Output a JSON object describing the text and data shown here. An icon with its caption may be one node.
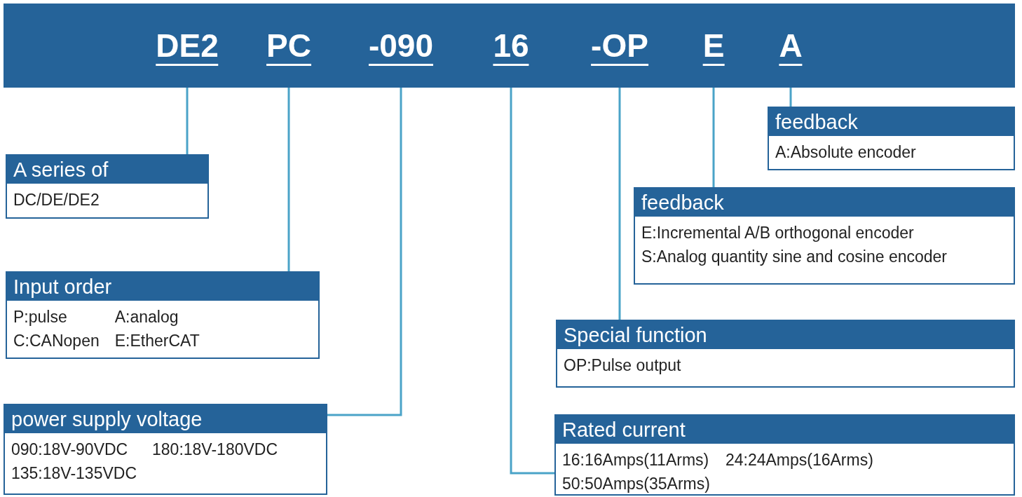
{
  "diagram": {
    "nodes": [
      {
        "text": [],
        "shape": "bar"
      },
      {
        "text": [
          "DE2"
        ],
        "in": 0
      },
      {
        "text": [
          "PC"
        ],
        "in": 0
      },
      {
        "text": [
          "-090"
        ],
        "in": 0
      },
      {
        "text": [
          "16"
        ],
        "in": 0
      },
      {
        "text": [
          "-OP"
        ],
        "in": 0
      },
      {
        "text": [
          "E"
        ],
        "in": 0
      },
      {
        "text": [
          "A"
        ],
        "in": 0
      },
      {
        "text": [
          "A series of",
          "DC/DE/DE2"
        ]
      },
      {
        "text": [
          "Input order",
          "P:pulse",
          "A:analog",
          "C:CANopen",
          "E:EtherCAT"
        ]
      },
      {
        "text": [
          "power supply voltage",
          "090:18V-90VDC",
          "180:18V-180VDC",
          "135:18V-135VDC"
        ]
      },
      {
        "text": [
          "Rated current",
          "16:16Amps(11Arms)",
          "24:24Amps(16Arms)",
          "50:50Amps(35Arms)"
        ]
      },
      {
        "text": [
          "Special function",
          "OP:Pulse output"
        ]
      },
      {
        "text": [
          "feedback",
          "E:Incremental A/B orthogonal encoder",
          "S:Analog quantity sine and cosine encoder"
        ]
      },
      {
        "text": [
          "feedback",
          "A:Absolute encoder"
        ]
      }
    ],
    "edges": [
      {
        "from": 1,
        "to": 8,
        "arrow": "none"
      },
      {
        "from": 2,
        "to": 9,
        "arrow": "none"
      },
      {
        "from": 3,
        "to": 10,
        "arrow": "none"
      },
      {
        "from": 4,
        "to": 11,
        "arrow": "none"
      },
      {
        "from": 5,
        "to": 12,
        "arrow": "none"
      },
      {
        "from": 6,
        "to": 13,
        "arrow": "none"
      },
      {
        "from": 7,
        "to": 14,
        "arrow": "none"
      }
    ]
  }
}
